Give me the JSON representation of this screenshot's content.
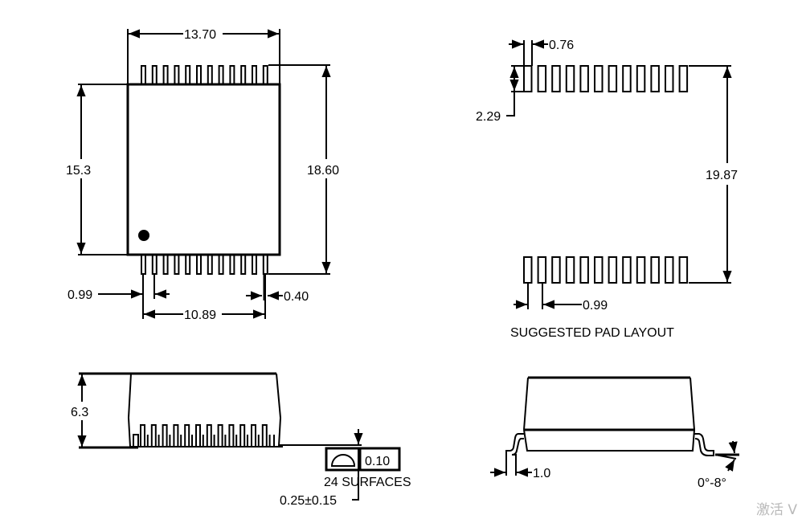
{
  "top_view": {
    "width_label": "13.70",
    "body_length_label": "15.3",
    "overall_length_label": "18.60",
    "pitch_label": "0.99",
    "lead_width_label": "0.40",
    "lead_span_label": "10.89",
    "pins_per_side": 12
  },
  "pad_layout": {
    "pad_width_label": "0.76",
    "pad_length_label": "2.29",
    "pad_span_label": "19.87",
    "pitch_label": "0.99",
    "caption": "SUGGESTED PAD LAYOUT",
    "pads_per_row": 12
  },
  "side_view": {
    "height_label": "6.3",
    "flatness_value": "0.10",
    "surfaces_label": "24 SURFACES",
    "standoff_label": "0.25±0.15",
    "pins": 12
  },
  "end_view": {
    "foot_label": "1.0",
    "angle_label": "0°-8°"
  },
  "watermark": "激活 V"
}
